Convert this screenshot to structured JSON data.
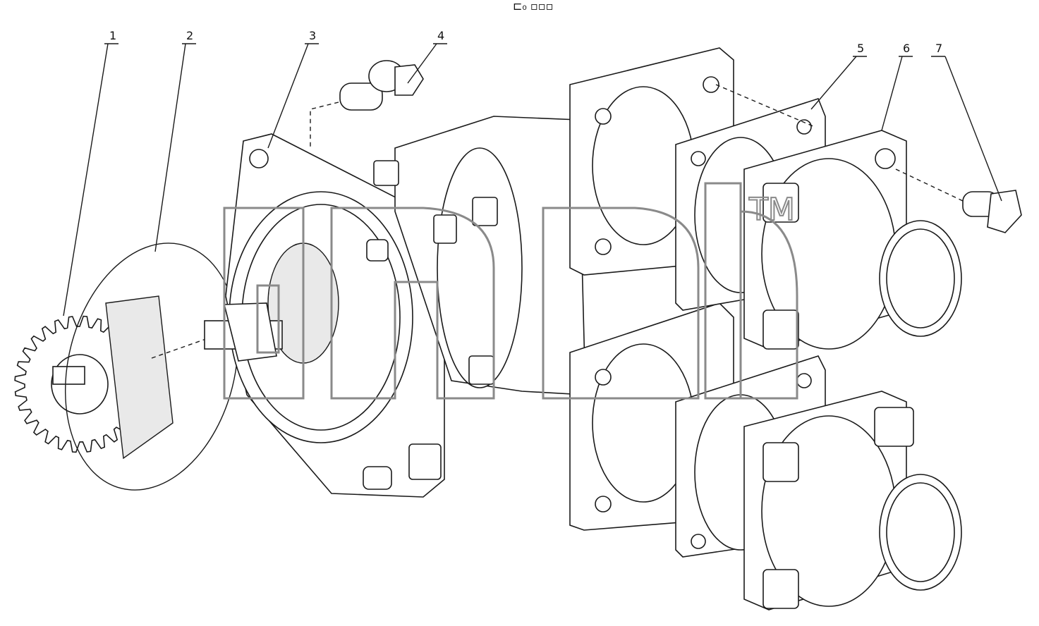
{
  "header": {
    "code": "⊏₀ ▫▫▫"
  },
  "watermark": {
    "text": "anab",
    "trademark": "TM"
  },
  "callouts": [
    {
      "id": "callout-1",
      "label": "1"
    },
    {
      "id": "callout-2",
      "label": "2"
    },
    {
      "id": "callout-3",
      "label": "3"
    },
    {
      "id": "callout-4",
      "label": "4"
    },
    {
      "id": "callout-5",
      "label": "5"
    },
    {
      "id": "callout-6",
      "label": "6"
    },
    {
      "id": "callout-7",
      "label": "7"
    }
  ],
  "colors": {
    "line": "#1a1a1a",
    "shade": "#e9e9e9",
    "watermark": "#8a8a8a"
  }
}
